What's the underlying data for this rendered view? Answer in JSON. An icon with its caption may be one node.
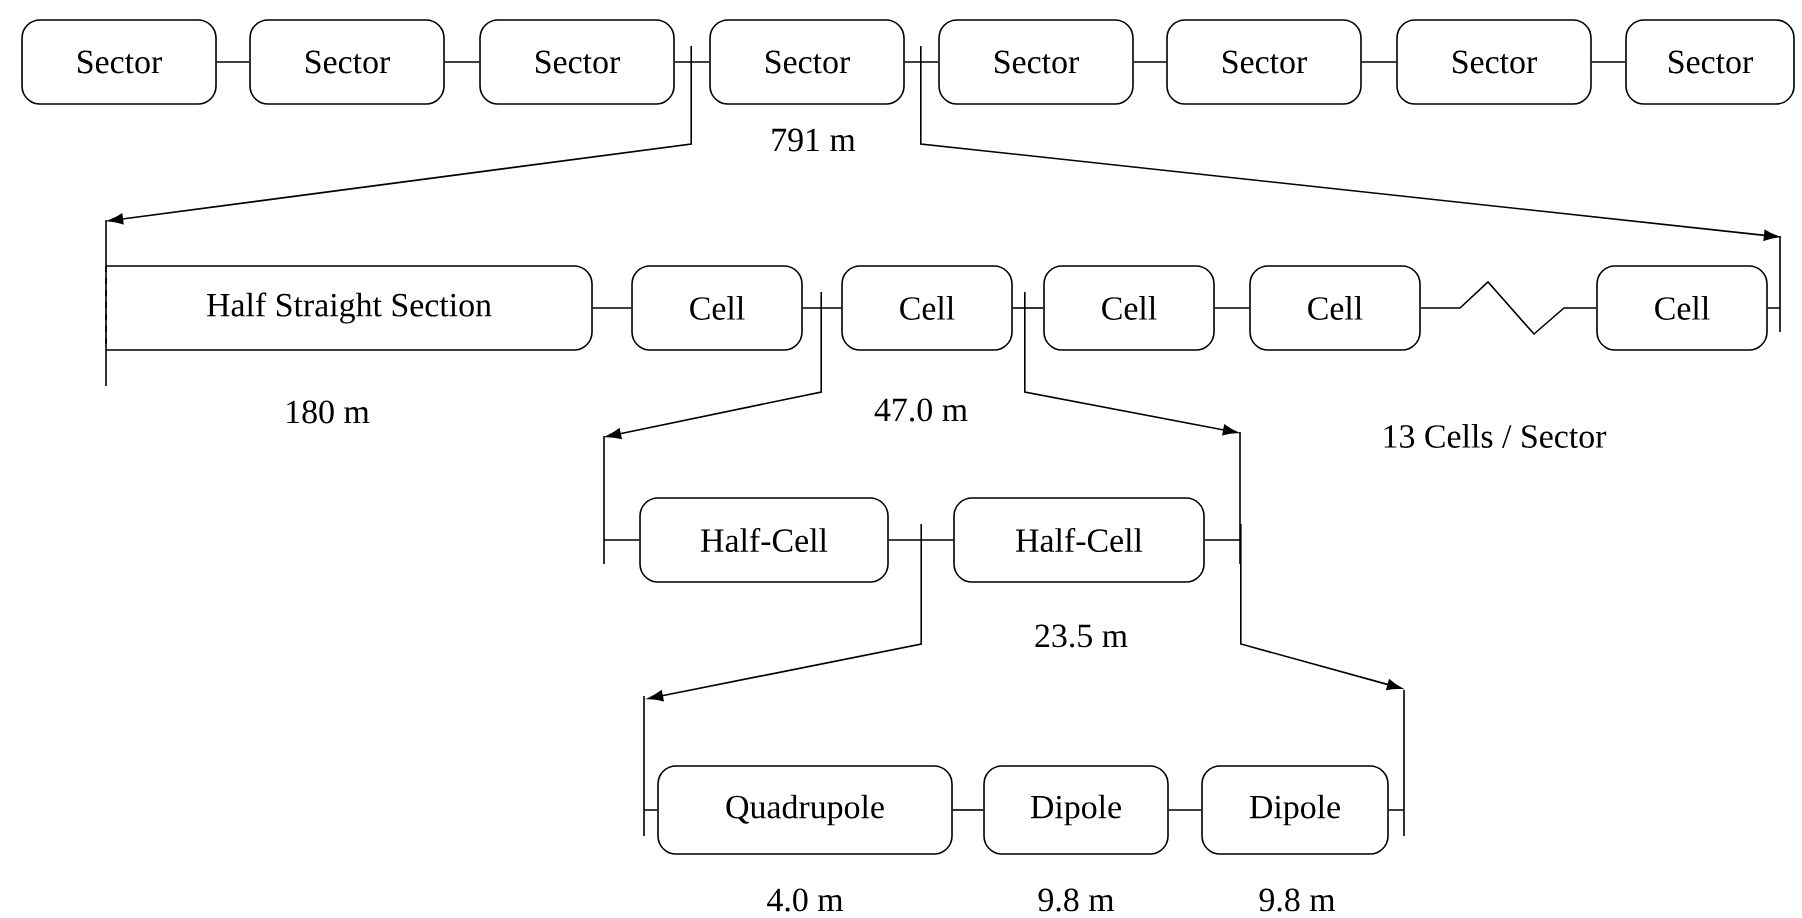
{
  "diagram": {
    "nodes": [
      {
        "text": [
          "Sector"
        ]
      },
      {
        "text": [
          "Sector"
        ]
      },
      {
        "text": [
          "Sector"
        ]
      },
      {
        "text": [
          "Sector"
        ],
        "beside": [
          "791 m"
        ]
      },
      {
        "text": [
          "Sector"
        ]
      },
      {
        "text": [
          "Sector"
        ]
      },
      {
        "text": [
          "Sector"
        ]
      },
      {
        "text": [
          "Sector"
        ]
      },
      {
        "text": [
          "Half Straight Section"
        ],
        "beside": [
          "180 m"
        ]
      },
      {
        "text": [
          "Cell"
        ]
      },
      {
        "text": [
          "Cell"
        ],
        "beside": [
          "47.0 m"
        ]
      },
      {
        "text": [
          "Cell"
        ]
      },
      {
        "text": [
          "Cell"
        ]
      },
      {
        "text": [
          "Cell"
        ]
      },
      {
        "text": [
          "Half-Cell"
        ]
      },
      {
        "text": [
          "Half-Cell"
        ],
        "beside": [
          "23.5 m"
        ]
      },
      {
        "text": [
          "Quadrupole"
        ],
        "beside": [
          "4.0 m"
        ]
      },
      {
        "text": [
          "Dipole"
        ],
        "beside": [
          "9.8 m"
        ]
      },
      {
        "text": [
          "Dipole"
        ],
        "beside": [
          "9.8 m"
        ]
      }
    ],
    "edges": [
      {
        "from": 0,
        "to": 1,
        "arrow": "none"
      },
      {
        "from": 1,
        "to": 2,
        "arrow": "none"
      },
      {
        "from": 2,
        "to": 3,
        "arrow": "none"
      },
      {
        "from": 3,
        "to": 4,
        "arrow": "none"
      },
      {
        "from": 4,
        "to": 5,
        "arrow": "none"
      },
      {
        "from": 5,
        "to": 6,
        "arrow": "none"
      },
      {
        "from": 6,
        "to": 7,
        "arrow": "none"
      },
      {
        "from": 3,
        "to": 8,
        "arrow": "to"
      },
      {
        "from": 3,
        "to": 13,
        "arrow": "to"
      },
      {
        "from": 8,
        "to": 9,
        "arrow": "none"
      },
      {
        "from": 9,
        "to": 10,
        "arrow": "none"
      },
      {
        "from": 10,
        "to": 11,
        "arrow": "none"
      },
      {
        "from": 11,
        "to": 12,
        "arrow": "none"
      },
      {
        "from": 12,
        "to": 13,
        "arrow": "none"
      },
      {
        "from": 10,
        "to": 14,
        "arrow": "to"
      },
      {
        "from": 10,
        "to": 15,
        "arrow": "to"
      },
      {
        "from": 14,
        "to": 15,
        "arrow": "none"
      },
      {
        "from": 15,
        "to": 16,
        "arrow": "to"
      },
      {
        "from": 15,
        "to": 18,
        "arrow": "to"
      },
      {
        "from": 16,
        "to": 17,
        "arrow": "none"
      },
      {
        "from": 17,
        "to": 18,
        "arrow": "none"
      }
    ],
    "labels": [
      "13 Cells / Sector"
    ]
  }
}
